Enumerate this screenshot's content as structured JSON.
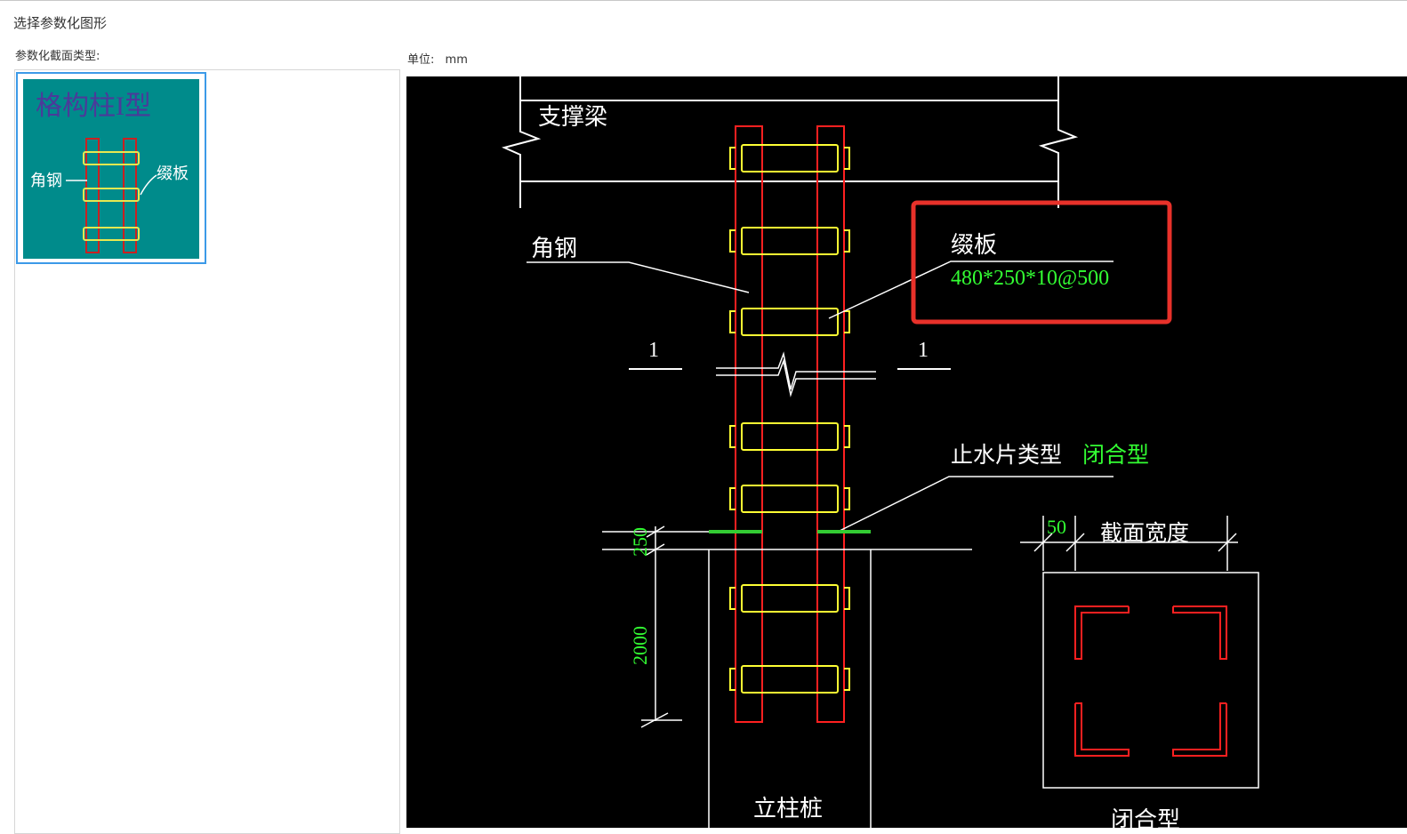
{
  "window": {
    "title": "选择参数化图形"
  },
  "left_panel": {
    "label": "参数化截面类型:",
    "items": [
      {
        "title": "格构柱I型",
        "label_left": "角钢",
        "label_right": "缀板",
        "selected": true
      }
    ]
  },
  "unit": {
    "label": "单位:",
    "value": "mm"
  },
  "drawing": {
    "beam_label": "支撑梁",
    "angle_steel_label": "角钢",
    "batten_plate_label": "缀板",
    "batten_plate_spec": "480*250*10@500",
    "section_mark_left": "1",
    "section_mark_right": "1",
    "waterstop_label": "止水片类型",
    "waterstop_value": "闭合型",
    "dim_250": "250",
    "dim_2000": "2000",
    "dim_50": "50",
    "section_width_label": "截面宽度",
    "pile_label": "立柱桩",
    "section_type_label": "闭合型"
  },
  "colors": {
    "cad_background": "#000000",
    "angle_steel": "#ff2020",
    "batten_plate": "#ffff33",
    "lines": "#ffffff",
    "value_text": "#33ff33",
    "highlight_box": "#e8312a",
    "thumb_background": "#008b8b",
    "thumb_title": "#4b3a9a",
    "selection_border": "#3c9ae8"
  }
}
